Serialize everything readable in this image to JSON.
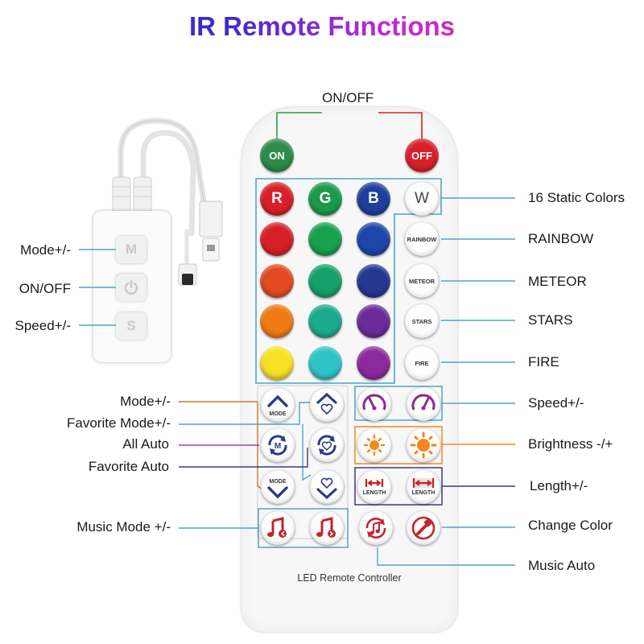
{
  "title": "IR Remote Functions",
  "remote_label": "LED Remote Controller",
  "power_buttons": [
    {
      "label": "ON",
      "color": "#2e8b4a"
    },
    {
      "label": "OFF",
      "color": "#d8202a"
    }
  ],
  "rgb_buttons": [
    "R",
    "G",
    "B"
  ],
  "white_button": "W",
  "effect_buttons": [
    "RAINBOW",
    "METEOR",
    "STARS",
    "FIRE"
  ],
  "mode_buttons": [
    "MODE",
    "MODE"
  ],
  "length_buttons": [
    "LENGTH",
    "LENGTH"
  ],
  "controller_buttons": [
    "M",
    "S"
  ],
  "colors": {
    "rows": [
      [
        "#d8202a",
        "#1a9a4a",
        "#1e3f9c"
      ],
      [
        "#d62026",
        "#17a04e",
        "#1c46a8"
      ],
      [
        "#e24a22",
        "#16a06c",
        "#23388e"
      ],
      [
        "#f07a14",
        "#1aaa8c",
        "#6a2a9a"
      ],
      [
        "#f7e124",
        "#2ec4c6",
        "#8a2a9c"
      ]
    ],
    "music_icon": "#c0262c",
    "speed_icon": "#8a2c8c",
    "brightness_icon": "#f08a1c",
    "length_icon": "#c0262c",
    "mode_icon": "#2a3a8a"
  },
  "labels_right": {
    "static_colors": "16 Static Colors",
    "rainbow": "RAINBOW",
    "meteor": "METEOR",
    "stars": "STARS",
    "fire": "FIRE",
    "speed": "Speed+/-",
    "brightness": "Brightness -/+",
    "length": "Length+/-",
    "change_color": "Change Color",
    "music_auto": "Music Auto"
  },
  "labels_left": {
    "mode": "Mode+/-",
    "favorite_mode": "Favorite Mode+/-",
    "all_auto": "All Auto",
    "favorite_auto": "Favorite Auto",
    "music_mode": "Music Mode +/-"
  },
  "onoff_top": "ON/OFF",
  "controller_labels": {
    "mode": "Mode+/-",
    "onoff": "ON/OFF",
    "speed": "Speed+/-"
  },
  "icons": [
    "remote-control",
    "led-controller",
    "power-icon",
    "heart-icon",
    "chevron-up-icon",
    "chevron-down-icon",
    "music-note-icon",
    "speedometer-icon",
    "sun-icon",
    "paint-brush-icon",
    "cycle-icon"
  ]
}
